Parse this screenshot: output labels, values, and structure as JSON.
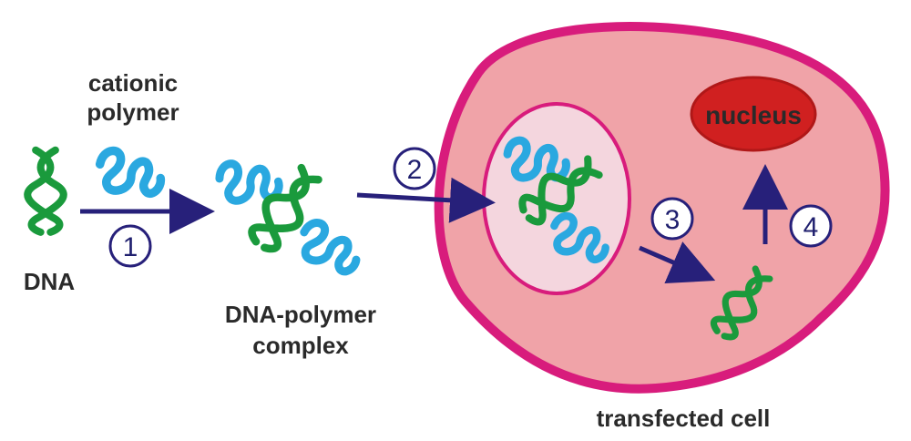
{
  "labels": {
    "cationic_polymer_line1": "cationic",
    "cationic_polymer_line2": "polymer",
    "dna": "DNA",
    "complex_line1": "DNA-polymer",
    "complex_line2": "complex",
    "nucleus": "nucleus",
    "transfected_cell": "transfected cell"
  },
  "steps": [
    "1",
    "2",
    "3",
    "4"
  ],
  "colors": {
    "dna_strand": "#1a9a3c",
    "polymer": "#2aa8e0",
    "cell_fill": "#f0a3a8",
    "cell_membrane": "#d81c7c",
    "endosome_fill": "#f4d6de",
    "nucleus_fill": "#d02020",
    "arrow": "#27207a"
  }
}
